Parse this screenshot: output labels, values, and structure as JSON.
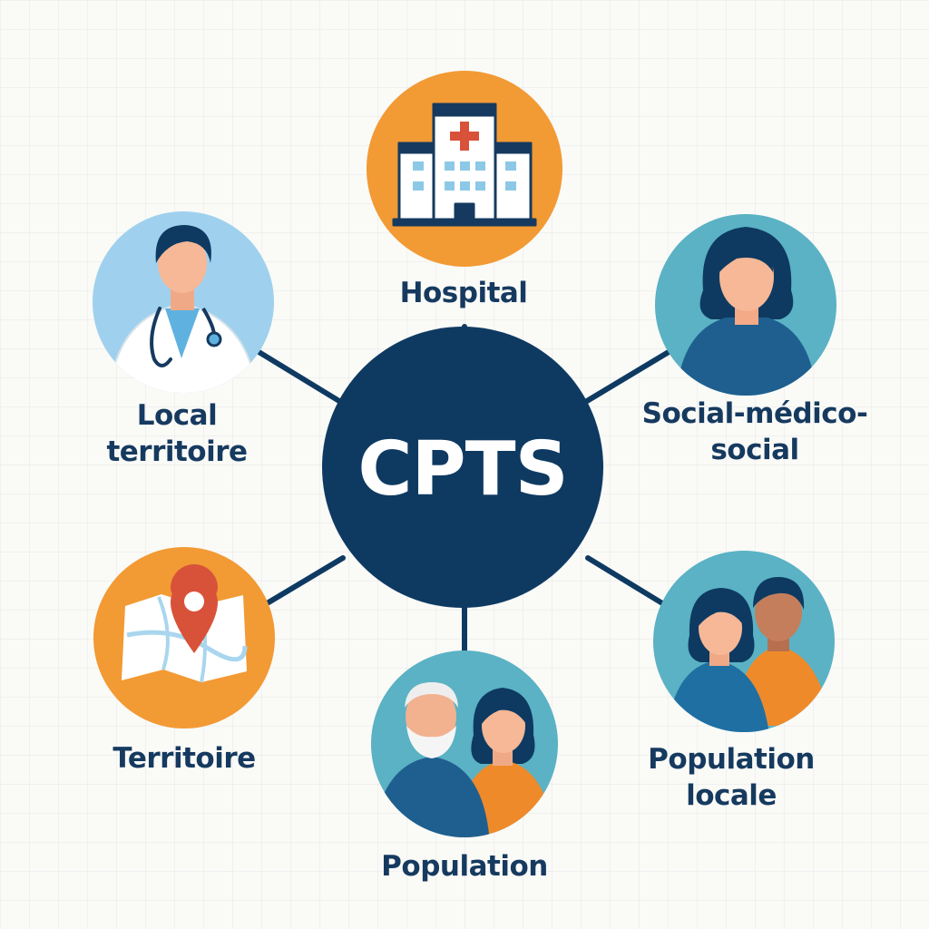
{
  "center": {
    "label": "CPTS"
  },
  "nodes": [
    {
      "id": "hospital",
      "lines": [
        "Hospital"
      ],
      "icon": "hospital-icon",
      "bg": "#f29a34"
    },
    {
      "id": "social",
      "lines": [
        "Social-médico-",
        "social"
      ],
      "icon": "woman-icon",
      "bg": "#5ab2c4"
    },
    {
      "id": "population-locale",
      "lines": [
        "Population",
        "locale"
      ],
      "icon": "couple-icon",
      "bg": "#5ab2c4"
    },
    {
      "id": "population",
      "lines": [
        "Population"
      ],
      "icon": "elder-and-woman-icon",
      "bg": "#5ab2c4"
    },
    {
      "id": "territoire",
      "lines": [
        "Territoire"
      ],
      "icon": "map-pin-icon",
      "bg": "#f29a34"
    },
    {
      "id": "local-territoire",
      "lines": [
        "Local",
        "territoire"
      ],
      "icon": "doctor-icon",
      "bg": "#9fd1ee"
    }
  ],
  "colors": {
    "navy": "#0e3a62",
    "text": "#163a5f",
    "orange": "#f29a34",
    "teal": "#5ab2c4",
    "light_blue": "#9fd1ee",
    "red": "#d8523a"
  }
}
